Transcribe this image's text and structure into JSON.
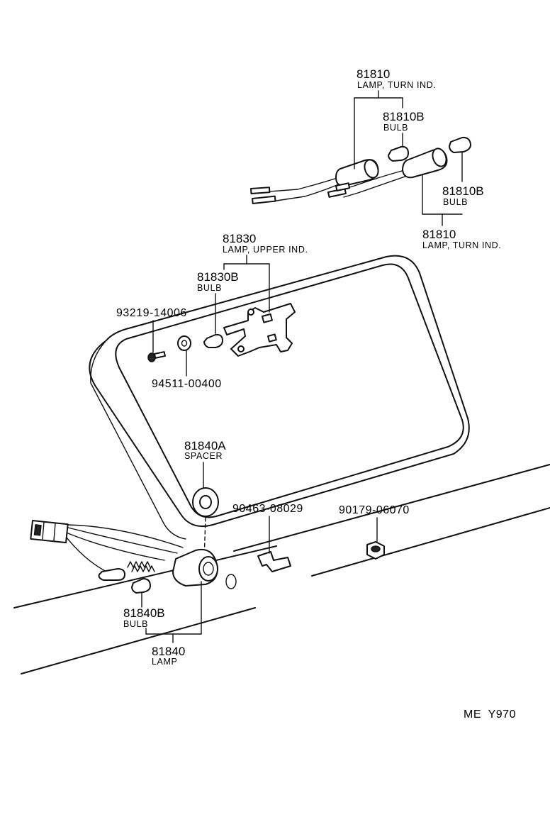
{
  "labels": {
    "turn_lamp_top_num": "81810",
    "turn_lamp_top_desc": "LAMP, TURN IND.",
    "turn_bulb_top_num": "81810B",
    "turn_bulb_top_desc": "BULB",
    "turn_bulb_right_num": "81810B",
    "turn_bulb_right_desc": "BULB",
    "turn_lamp_right_num": "81810",
    "turn_lamp_right_desc": "LAMP, TURN IND.",
    "upper_lamp_num": "81830",
    "upper_lamp_desc": "LAMP, UPPER IND.",
    "upper_bulb_num": "81830B",
    "upper_bulb_desc": "BULB",
    "screw_num": "93219-14006",
    "washer_num": "94511-00400",
    "spacer_num": "81840A",
    "spacer_desc": "SPACER",
    "clip_num": "90463-08029",
    "nut_num": "90179-06070",
    "lamp_bulb_num": "81840B",
    "lamp_bulb_desc": "BULB",
    "lamp_num": "81840",
    "lamp_desc": "LAMP",
    "diagram_code": "ME  Y970"
  }
}
